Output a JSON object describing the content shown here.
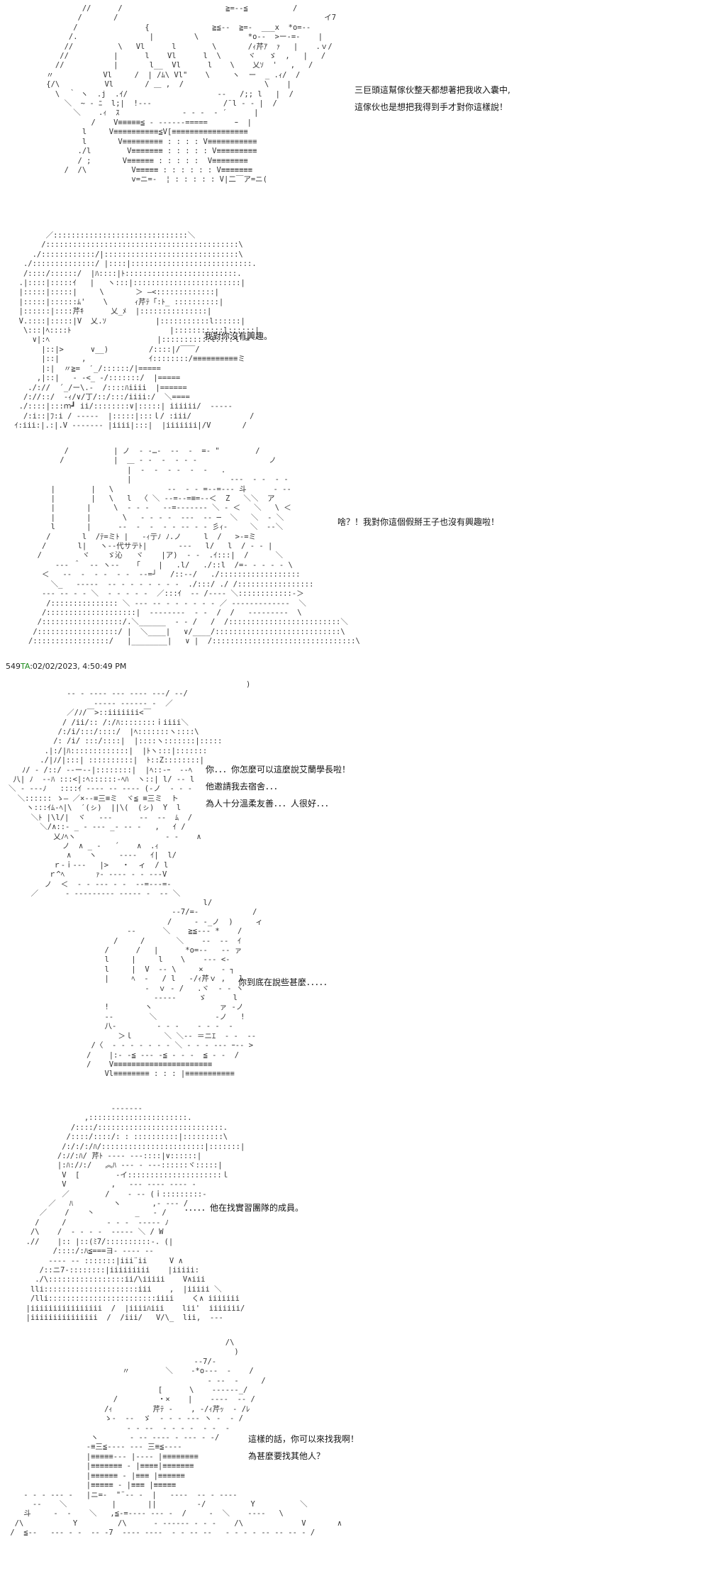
{
  "post_header": {
    "number": "549",
    "label": "TA",
    "timestamp": ":02/02/2023, 4:50:49 PM"
  },
  "panels": [
    {
      "id": "p1",
      "lines": [
        "三巨頭這幫傢伙整天都想著把我收入囊中,",
        "這傢伙也是想把我得到手才對你這樣說！"
      ],
      "art": "            //      /                       ≧=‐-≦          /\n           /       /                                              イ7\n          /               {              ≧≦‐-  ≧=-  ___x  *o=--\n         /.                |         \\           *o‐-  >ー‐=‐    |\n        //          \\   Vl      l        \\       /ｨ芹ｱ  ｧ   |    .ｖ/\n       //          |      l    Vl      l  \\      ヾ   ゞ  ,   |   /\n      //           |       l__  Vl      l    \\    乂ｿ  '   ,   /\n    〃           Vl     /  | /ﾑ\\ Vl\"    \\     ヽ  ー  _ .ｨ/  /\n    {/\\          Vl       / ＿ ,  /                  \\    |\n      \\  ｀ ヽ  .j  .ｲ/                    --   /;; l   |  /\n        ＼  ~ ‐ ﾆ  l;|  !‐‐‐                /¨l ‐ - |  /\n          ＼    .ｨ  ｽ              ‐ ‐ ‐  ‐ ′      |\n              /    V≡≡≡≡≡≦ ‐ -----‐=====      ｰ  |\n            l     V≡≡≡≡≡≡≡≡≡≡≦V[≡≡≡≡≡≡≡≡≡≡≡≡≡≡≡≡≡\n            l       V≡≡≡≡≡≡≡≡≡ : : : : V≡≡≡≡≡≡≡≡≡≡≡\n           ./l        V≡≡≡≡≡≡≡ : : : : : V≡≡≡≡≡≡≡≡≡\n           / ;       V≡≡≡≡≡≡ : : : : :  V≡≡≡≡≡≡≡≡\n        /  /\\          V≡≡≡≡≡ : : : : : : V≡≡≡≡≡≡≡\n                       v=ニ=-  ¦ : : : : : V|二￣ア=ニ( "
    },
    {
      "id": "p2",
      "lines": [
        "我對你沒有興趣。"
      ],
      "art": "        ／::::::::::::::::::::::::::::::＼\n       /:::::::::::::::::::::::::::::::::::::::::::\\\n     ./::::::::::::/|::::::::::::::::::::::::::::::\\\n   ./::::::::::::::/ |::::|:::::::::::::::::::::::::::.\n   /::::/::::::/  |ﾊ::::|ﾄ:::::::::::::::::::::::::.\n  .|::::|:::::ｲ   |   ヽ:::|::::::::::::::::::::::::|\n  |:::::|:::::|     \\       ＞ ―<:::::::::::::|\n  |:::::|::::::ﾑ'    \\      ｨ芹ﾃ「:ﾄ_ ::::::::::|\n  |::::::|::::芹ｷ      乂_ﾒ  |:::::::::::::::|\n  V.::::|:::::|V  乂.ｿ           |:::::::::::l::::::|\n   \\:::|ﾍ::::ﾄ                      |:::::::::::l::::::|\n     ∨|:ﾍ                        |:::::::::::l::::ｌ‐=\n       |::|>      ∨__)         /::::|/￣￣/\n       |::|     ,              ｲ::::::::/≡≡≡≡≡≡≡≡≡≡ミ\n       |:|  〃≧=  ′_/::::::/|=====\n      ,|::|   ‐ ‐<_ -/:::::::/  |=====\n    ./://  ´_/ー\\.‐  /::::ﾊiiii  |======\n   /://::/  ‐ｨ/∨/丁/::/:::/iiii:/  ＼====\n  ./::::|:::ｍ┛ ii/::::::::∨|:::::| iiiiii/  ‐‐‐‐‐\n   /:i::|ﾌ:i / ‐‐‐‐‐  |:::::|:::ｌ/ :iii/             /\n ｲ:iii:|.:|.V ‐‐‐‐‐‐‐ |iiii|:::|  |iiiiiii|/V       /"
    },
    {
      "id": "p3",
      "lines": [
        "啥？！我對你這個假掰王子也沒有興趣啦！"
      ],
      "art": "        /          | ノ  ‐ ‐…‐  ‐‐  ‐  =‐ \"        /\n       /           |  ＿ ‐ ‐  ‐  ‐ ‐ ‐                ノ\n                      |  ‐  ‐  ‐ ‐  ‐  ‐   .\n                      |                      ‐‐‐  ‐ ‐  ‐ ‐\n     |        |   \\            ‐‐  ‐ ‐ =‐‐=‐‐‐ 斗      ‐ ‐‐\n     |        |   \\   l  〈 ＼ ‐‐=‐‐=≡=‐‐＜  Z   ＼＼  ア\n     |       |     \\  ‐ ‐ ‐   ‐‐=‐‐‐‐‐‐‐ ＼ ‐ ＜   ＼   \\ ＜\n     |       |       \\   ‐ ‐ ‐ ‐  ‐‐‐  ‐‐ ─  ＼   ＼  ‐ ＼\n     l       |      ‐‐  ‐  ‐  ‐ ‐ ‐‐ ‐ ‐ 彡ｨ-     ＼  ‐‐＼\n    /       l  /ﾃ=ミﾄ |   ‐ｨ亍ﾉ ﾉ.ノ     l  /   >‐=ミ\n   /       l|   ヽ‐‐代サテﾄ|       ‐‐‐   l/   l  / ‐ ‐ |\n  /         ヾ    ゞ沁   ヾ    |ア)  ‐ ‐  .ｲ:::|  /      ＼\n      ‐‐‐ ＾  ‐‐ ヽ‐‐   「    |   .l/   ./::l  /=‐ ‐ ‐ ‐ ‐ \\\n   ＜   ‐‐  ‐  ‐ ‐  ‐ ‐  ‐‐=┘   /::‐-/   ./::::::::::::::::::\n     ＼_   ‐‐‐‐‐  ‐‐ ‐ ‐ ‐ ‐ ‐ ‐ ‐  ./:::/ ./ /:::::::::::::::::\n   ‐‐‐ ‐‐ ‐ ‐ ＼  ‐ ‐ ‐ ‐ ‐  ／:::ｲ  ‐‐ /‐‐‐‐ ＼::::::::::::‐＞\n    /::::::::::::::: ＼ ‐‐‐ ‐‐ ‐ ‐ ‐ ‐ ‐ ‐ ／ ‐‐‐‐‐‐‐‐‐‐‐‐‐  ＼\n   /::::::::::::::::::::|  ‐‐‐‐‐‐‐‐  ‐ ‐  /  /   ‐‐‐‐‐‐‐‐‐  \\\n  /::::::::::::::::::/.＼______  ‐ ‐ /   /  /:::::::::::::::::::::::::＼\n /::::::::::::::::::/ |  ＼____|   ∨/____/::::::::::::::::::::::::::::\\\n/:::::::::::::::::/   |________|   ∨ |  /::::::::::::::::::::::::::::::::\\"
    },
    {
      "id": "p4",
      "lines": [
        "你．．．你怎麼可以這麼說艾蘭學長啦！",
        "他邀請我去宿舍．．．",
        "為人十分溫柔友善．．．人很好．．．"
      ],
      "art": "                                                     )\n             ‐‐ ‐ ‐‐‐‐ ‐‐‐ ‐‐‐‐ ‐‐‐/ ‐‐/\n                   ‐‐‐‐‐ ‐‐‐‐‐‐ ‐  ／\n             ／/ﾉ/￣>::iiiiiii<￣\n            / /ii/:: /:/ﾊ::::::::ｉiiii＼\n           /:/i/:::/::::/  |ﾍ:::::::ヽ::::\\\n          /: /i/ :::/::::|  |::::ヽ:::::::|:::::\n        .|:/|ﾊ:::::::::::::|  |ﾄヽ:::|:::::::\n       ./|ﾉ/|:::| ::::::::::|  ﾄ::Z::::::::|\n   ﾉ/ ‐ /::/ ‐‐ー‐‐|::::::::|  |ﾍ::‐ｰ  ‐‐ﾍ\n 八| ﾉ  ‐‐ﾊ :::<|:ﾍ::::::‐ﾍﾊ  ヽ::| l/ ‐‐ l\n＼ ‐ ‐‐‐ﾉ   ::::ｲ ‐‐‐‐ ‐‐ ‐‐‐‐ (‐ノ  ‐ ‐ ‐\n  ＼:::::: ゝ― ／×‐‐≡三≡ミ  ヾ≦ ≡三ミ  ト\n    ヽ:::ｲﾑ‐ﾍ|\\  ′(ㇱ)  ||\\(  (ㇱ)  Y  l\n     ＼ﾄ |\\l/|  ヾ   ‐‐-      ‐‐  ‐‐  ﾑ  /\n       ＼/∧::‐ _ ‐ ‐‐‐ _‐ ‐‐ ‐   ,   ｲ /\n          乂ﾉﾍヽ                    ‐ ‐    ∧\n            ノ  ∧ _ ‐   ´    ∧  .ｨ\n             ∧    ヽ     ‐‐‐‐   ｲ|  l/\n          ｒ‐ｉ‐‐‐   |>   ・  ィ  / l\n         ｒ^ﾍ       ｧ‐ ‐‐‐‐ ‐ ‐ -‐‐V\n        ノ  ＜  ‐ ‐ ‐‐‐ ‐ ‐  ‐‐=‐‐‐=‐\n     ／      ‐ ‐‐‐‐‐‐‐‐‐ ‐‐‐‐‐ ‐  ‐‐ ＼"
    },
    {
      "id": "p5",
      "lines": [
        "你到底在說些甚麼．．．．．"
      ],
      "art": "                                       l/\n                                ‐‐7/=‐            /\n                               /     ‐ ‐_ノ  )     ィ\n                      -‐      ＼    ≧≦‐‐‐ *    /\n                   /     /       ＼    ‐‐  ‐‐  ｲ\n                 /      /   |      *o=--   ‐‐ ァ\n                 l     |     l    \\    ‐‐‐ <‐\n                 l     |  V  -- \\     ×    ‐ ┐\n                 |     ﾍ  ‐   / l   ‐/ｨ芹ｖ ,   l\n                          ‐  ｖ ‐ /   .ヾ  ‐ ‐ ヽ\n                            ‐‐‐‐‐     ゞ      l\n                 !        ヽ               ァ ‐ノ\n                 ‐‐        ＼             ‐ノ   !\n                 八‐         ‐ ‐ ‐    ‐ ‐ ‐  ‐\n                    ＞ｌ       ＼ ＼‐‐ ＝ニｴ  ‐ ‐  ‐‐\n              /〈  ‐ ‐ ‐ ‐ ‐ ‐ ‐ ＼ ‐ ‐ ‐ ‐‐‐ ｰ‐‐ >\n             /    |:‐ ‐≦ ‐‐‐ ‐≦ ‐ ‐ ‐  ≦ ‐ ‐  /\n             /    V≡≡≡≡≡≡≡≡≡≡≡≡≡≡≡≡≡≡≡≡≡≡\n                 Vl≡≡≡≡≡≡≡≡ : : : |≡≡≡≡≡≡≡≡≡≡≡"
    },
    {
      "id": "p6",
      "lines": [
        "．．．．．他在找實習團隊的成員。"
      ],
      "art": "                     ‐‐‐‐‐‐‐\n               ,::::::::::::::::::::::.\n            /::::/::::::::::::::::::::::::::::.\n           /::::/::::/: : ::::::::::|:::::::::\\\n          /:/:/:/ﾊ/:::::::::::::::::::::::|:::::::|\n         /:ﾉ/:ﾊ/ 芹ﾄ ‐‐‐‐ ‐‐‐::::|∨::::::|\n         |:ﾊ:/ﾉ:/   ︽ﾊ ‐‐‐ ‐ ‐‐‐::::::ヾ:::::|\n          V  [        ‐イ:::::::::::::::::::::ｌ\n          V          ,   ‐‐‐ ‐‐‐‐ ‐‐‐‐ ‐\n          ／        /    ‐ ‐‐ (ｉ:::::::::‐\n       ／   ﾊ         ヽ       ,‐ ‐‐‐ /\n     ／    /    丶         _   ‐ /\n    /     /         ‐ ‐ ‐  ‐‐‐‐‐ ﾉ\n   /\\    /  ‐ ‐ ‐ ‐  ‐‐‐‐‐ ＼ / W\n  .//    |:: |::(ﾐ7/::::::::::‐. (|\n        /::::/:ﾊ≦===ヨ‐ ‐‐‐‐ ‐‐\n       ‐‐‐‐ ‐‐ :::::::|iii¨ii     V ∧\n     /::ニ7‐::::::::|iiiiiiiii    |iiiii:\n    ./\\:::::::::::::::::ii/\\iiiii    V∧iii\n   lli:::::::::::::::::::::iii    ,  |iiiii ＼\n   /lli::::::::::::::::::::::::iiii    く∧ iiiiiii\n  |iiiiiiiiiiiiiiii  /  |iiiiﾊiii    lii'  iiiiiii/\n  |iiiiiiiiiiiiiii  /  /iii/   V/\\_  lii,  ‐‐‐"
    },
    {
      "id": "p7",
      "lines": [
        "這樣的話，你可以來找我啊！",
        "為甚麼要找其他人？"
      ],
      "art": "                                                 /\\\n                                                   )\n                                          ‐‐7/‐\n                          〃        ＼    ‐*o‐‐‐  ‐    /\n                                             ‐ ‐‐  ‐     /\n                                  [      \\    ‐‐‐‐‐‐_/\n                        /         ・×    |    ‐‐‐‐  ‐‐ /\n                      /ｨ         芹ﾃ ‐    , ‐/ｨ芹ｯ  ‐ /ﾚ\n                      ゝ‐  ‐‐  ゞ  ‐ ‐ ‐ ‐‐‐ ヽ ‐  ‐ /\n                           ‐ ‐ ‐‐  ‐ ‐ ‐ ‐  ‐ ‐  ‐\n                   ヽ       ‐ ‐‐ ‐‐‐‐ ‐ ‐‐‐ ‐ ‐/\n                  ‐≡三≦‐‐‐‐ ‐‐‐ 三≡≦‐‐‐‐\n                  |≡≡≡≡≡‐‐‐ |‐‐‐‐ |≡≡≡≡≡≡≡≡\n                  |≡≡≡≡≡≡≡ ‐ |≡≡≡≡|≡≡≡≡≡≡≡\n                  |≡≡≡≡≡≡ ‐ |≡≡≡ |≡≡≡≡≡≡\n                  |≡≡≡≡≡ ‐ |≡≡≡ |≡≡≡≡≡\n    ‐ ‐ ‐ ‐‐‐ ‐   |ニ=‐  \"¨‐‐ ‐  |   ‐‐‐‐  ‐‐ ‐ ‐‐‐‐\n      ‐‐    ＼          |       ||         ‐/          Y          ＼\n    斗     ‐  ‐    ＼   ,≦‐=‐‐‐‐ ‐‐‐ ‐  /     ‐  ＼    ‐‐‐‐   \\\n  /\\           Y         /\\      ‐ ‐‐‐‐‐‐ ‐ ‐ ‐    /\\             V       ∧\n /  ≦‐‐   ‐‐‐ ‐ ‐  ‐‐ ‐7  ‐‐‐‐ ‐‐‐‐  ‐ ‐ ‐‐ ‐‐   ‐ ‐ ‐ ‐ ‐‐ ‐‐ ‐‐ ‐ /"
    }
  ]
}
